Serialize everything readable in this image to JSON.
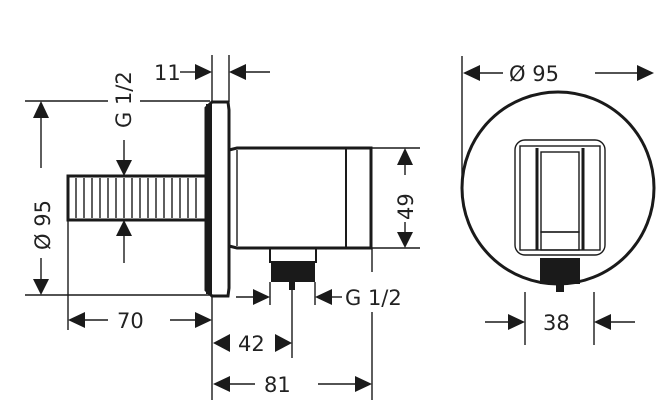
{
  "drawing": {
    "side_view": {
      "dim_flange_thickness": "11",
      "dim_thread_inlet": "G 1/2",
      "dim_diameter": "Ø 95",
      "dim_body_height": "49",
      "dim_inlet_length": "70",
      "dim_outlet_offset": "42",
      "dim_total_depth": "81",
      "dim_thread_outlet": "G 1/2"
    },
    "front_view": {
      "dim_diameter": "Ø 95",
      "dim_outlet_width": "38"
    },
    "colors": {
      "line": "#1a1a1a",
      "background": "#ffffff"
    }
  }
}
